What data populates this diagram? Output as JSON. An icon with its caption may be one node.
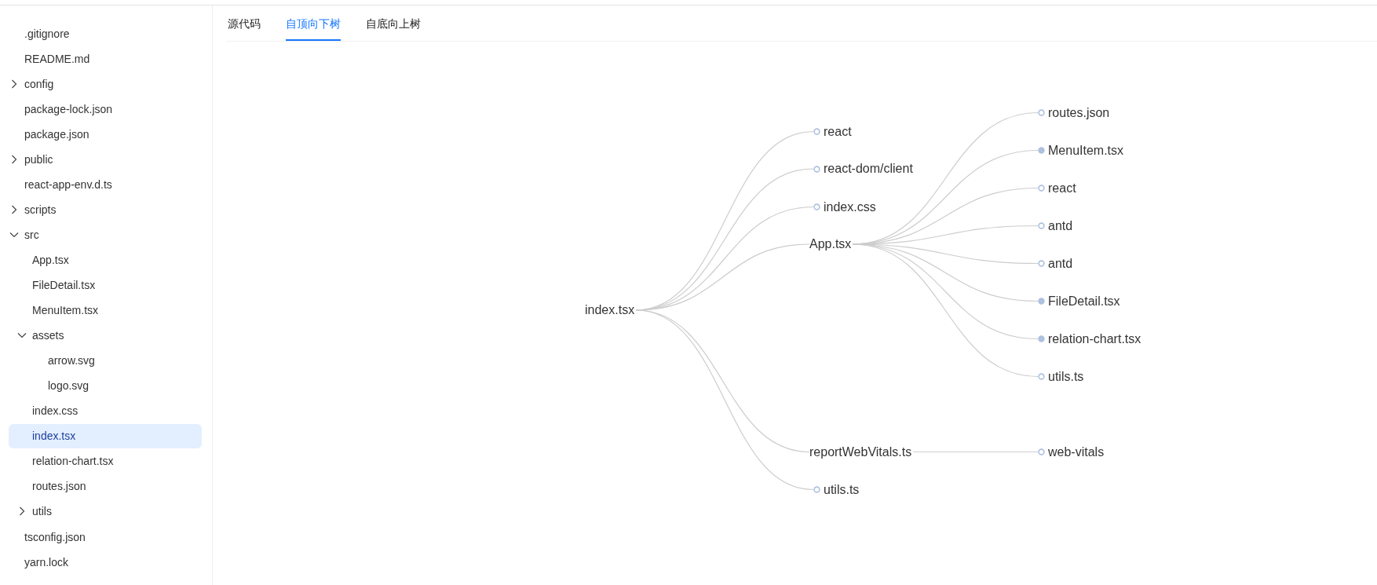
{
  "diagram": {
    "nodes": [
      {
        "text": [
          "index.tsx"
        ]
      },
      {
        "text": [
          "react"
        ]
      },
      {
        "text": [
          "react-dom/client"
        ]
      },
      {
        "text": [
          "index.css"
        ]
      },
      {
        "text": [
          "App.tsx"
        ]
      },
      {
        "text": [
          "reportWebVitals.ts"
        ]
      },
      {
        "text": [
          "utils.ts"
        ]
      },
      {
        "text": [
          "routes.json"
        ]
      },
      {
        "text": [
          "MenuItem.tsx"
        ]
      },
      {
        "text": [
          "react"
        ]
      },
      {
        "text": [
          "antd"
        ]
      },
      {
        "text": [
          "antd"
        ]
      },
      {
        "text": [
          "FileDetail.tsx"
        ]
      },
      {
        "text": [
          "relation-chart.tsx"
        ]
      },
      {
        "text": [
          "utils.ts"
        ]
      },
      {
        "text": [
          "web-vitals"
        ]
      }
    ],
    "edges": [
      {
        "from": 0,
        "to": 1,
        "arrow": "none"
      },
      {
        "from": 0,
        "to": 2,
        "arrow": "none"
      },
      {
        "from": 0,
        "to": 3,
        "arrow": "none"
      },
      {
        "from": 0,
        "to": 4,
        "arrow": "none"
      },
      {
        "from": 0,
        "to": 5,
        "arrow": "none"
      },
      {
        "from": 0,
        "to": 6,
        "arrow": "none"
      },
      {
        "from": 4,
        "to": 7,
        "arrow": "none"
      },
      {
        "from": 4,
        "to": 8,
        "arrow": "none"
      },
      {
        "from": 4,
        "to": 9,
        "arrow": "none"
      },
      {
        "from": 4,
        "to": 10,
        "arrow": "none"
      },
      {
        "from": 4,
        "to": 11,
        "arrow": "none"
      },
      {
        "from": 4,
        "to": 12,
        "arrow": "none"
      },
      {
        "from": 4,
        "to": 13,
        "arrow": "none"
      },
      {
        "from": 4,
        "to": 14,
        "arrow": "none"
      },
      {
        "from": 5,
        "to": 15,
        "arrow": "none"
      }
    ],
    "labels": [
      "源代码",
      "自顶向下树",
      "自底向上树",
      ".gitignore",
      "README.md",
      "config",
      "package-lock.json",
      "package.json",
      "public",
      "react-app-env.d.ts",
      "scripts",
      "src",
      "App.tsx",
      "FileDetail.tsx",
      "MenuItem.tsx",
      "assets",
      "arrow.svg",
      "logo.svg",
      "index.css",
      "index.tsx",
      "relation-chart.tsx",
      "routes.json",
      "utils",
      "tsconfig.json",
      "yarn.lock"
    ]
  }
}
